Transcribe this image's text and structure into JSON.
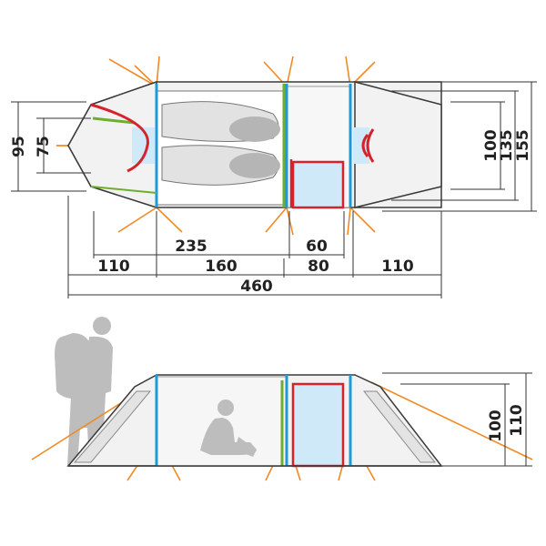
{
  "top_view": {
    "dims": {
      "width_95": "95",
      "width_75": "75",
      "width_100": "100",
      "width_135": "135",
      "width_155": "155",
      "inner_235": "235",
      "inner_60": "60",
      "seg_110_left": "110",
      "seg_160": "160",
      "seg_80": "80",
      "seg_110_right": "110",
      "total_460": "460"
    }
  },
  "side_view": {
    "dims": {
      "height_100": "100",
      "height_110": "110"
    }
  },
  "colors": {
    "pole_blue": "#1f9ad6",
    "pole_green": "#6dae2e",
    "pole_red": "#d4232b",
    "guy_line": "#f08a24",
    "door_fill": "#cfe9f8"
  }
}
